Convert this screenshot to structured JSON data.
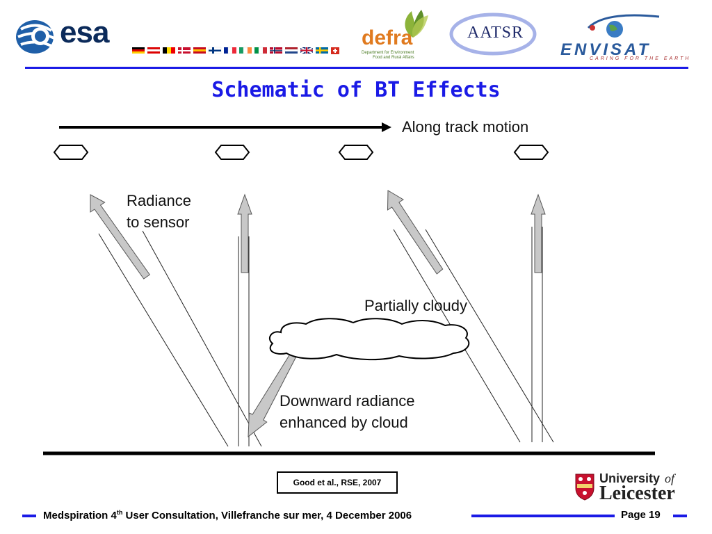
{
  "header": {
    "esa_logo_text": "esa",
    "defra_logo_text": "defra",
    "defra_subtitle_1": "Department for Environment",
    "defra_subtitle_2": "Food and Rural Affairs",
    "aatsr_logo_text": "AATSR",
    "envisat_logo_text": "ENVISAT",
    "envisat_tagline": "CARING FOR THE EARTH",
    "rule_color": "#1a1ae6"
  },
  "slide": {
    "title": "Schematic of BT Effects"
  },
  "diagram": {
    "labels": {
      "track_motion": "Along track motion",
      "radiance_line1": "Radiance",
      "radiance_line2": "to sensor",
      "cloudy": "Partially cloudy",
      "downward_line1": "Downward radiance",
      "downward_line2": "enhanced by cloud"
    }
  },
  "citation": "Good et al., RSE, 2007",
  "university_logo": {
    "line1": "University",
    "of": "of",
    "line2": "Leicester"
  },
  "footer": {
    "text_before_sup": "Medspiration 4",
    "sup": "th",
    "text_after_sup": " User Consultation, Villefranche sur mer, 4 December 2006",
    "page_label": "Page 19",
    "bar_color": "#1a1ae6"
  }
}
